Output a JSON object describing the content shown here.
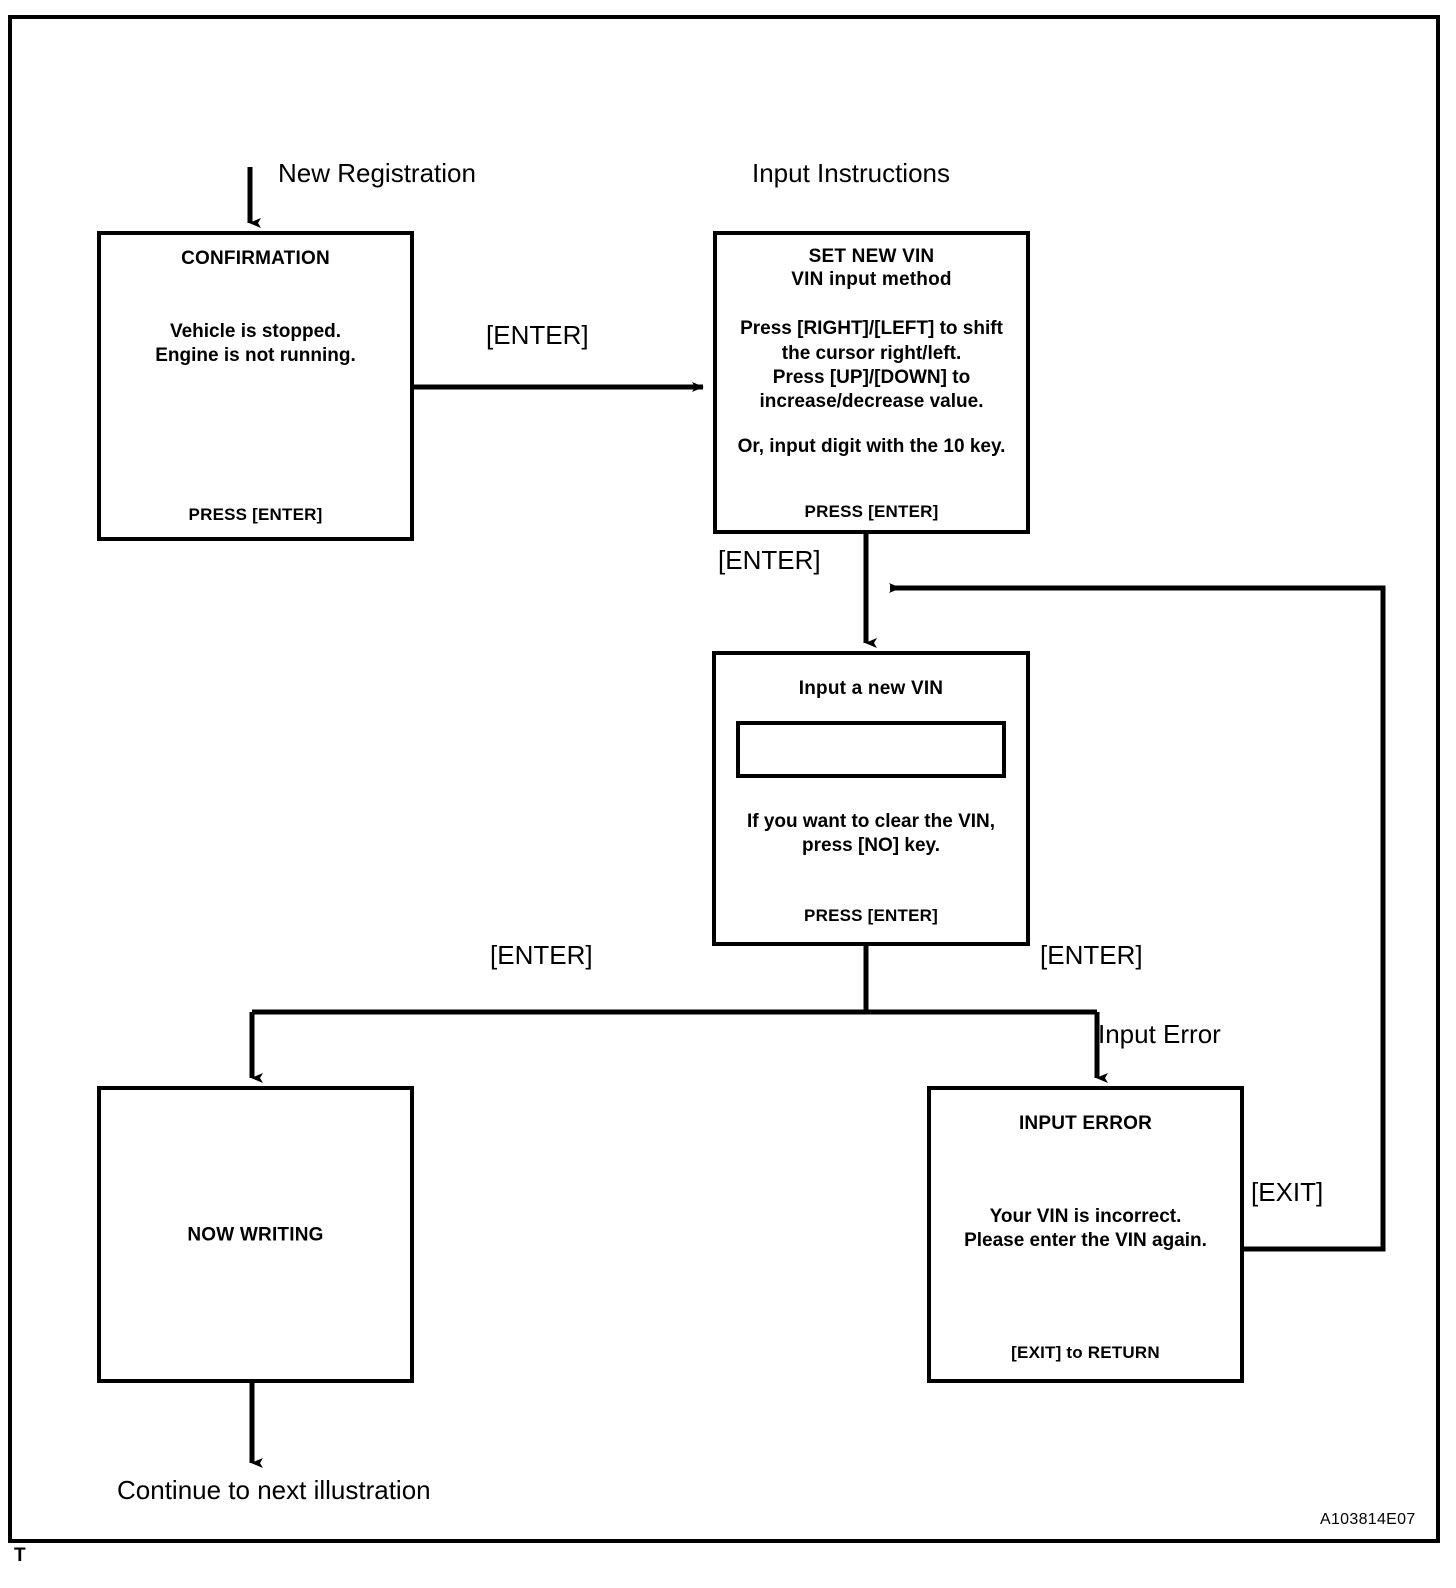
{
  "diagram": {
    "title_label_left": "New Registration",
    "title_label_right": "Input Instructions",
    "corner_id": "A103814E07",
    "sheet_mark": "T",
    "end_label": "Continue to next illustration",
    "line_color": "#000000",
    "background_color": "#ffffff"
  },
  "boxes": {
    "confirmation": {
      "title": "CONFIRMATION",
      "body_line1": "Vehicle is stopped.",
      "body_line2": "Engine is not running.",
      "footer": "PRESS [ENTER]"
    },
    "set_new_vin": {
      "title_line1": "SET NEW VIN",
      "title_line2": "VIN input method",
      "body_line1": "Press [RIGHT]/[LEFT] to shift",
      "body_line2": "the cursor right/left.",
      "body_line3": "Press [UP]/[DOWN]  to",
      "body_line4": "increase/decrease value.",
      "body_line5": "Or, input digit with the 10 key.",
      "footer": "PRESS [ENTER]"
    },
    "input_vin": {
      "title": "Input a new VIN",
      "field_value": "",
      "body_line1": "If you want to clear the VIN,",
      "body_line2": "press [NO] key.",
      "footer": "PRESS [ENTER]"
    },
    "now_writing": {
      "title": "NOW WRITING"
    },
    "input_error": {
      "title": "INPUT  ERROR",
      "body_line1": "Your VIN is incorrect.",
      "body_line2": "Please enter the VIN again.",
      "footer": "[EXIT] to RETURN"
    }
  },
  "edges": {
    "confirmation_to_setnewvin": "[ENTER]",
    "setnewvin_to_inputvin": "[ENTER]",
    "inputvin_to_nowwriting": "[ENTER]",
    "inputvin_to_error_enter": "[ENTER]",
    "inputvin_to_error_cause": "Input Error",
    "error_return": "[EXIT]"
  }
}
